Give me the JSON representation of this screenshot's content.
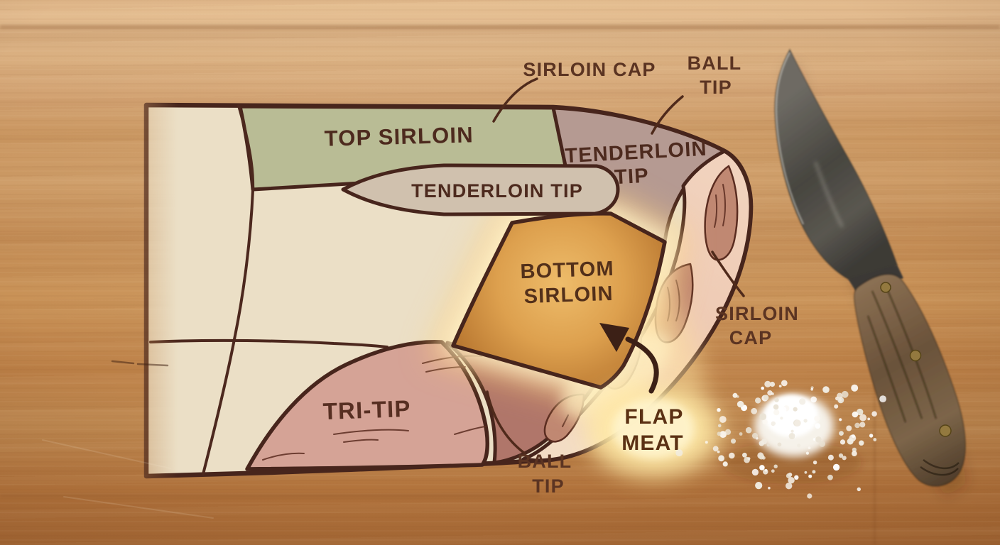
{
  "labels": {
    "top_sirloin": "TOP SIRLOIN",
    "tenderloin_tip_region_line1": "TENDERLOIN",
    "tenderloin_tip_region_line2": "TIP",
    "tenderloin_tip_oval": "TENDERLOIN TIP",
    "bottom_sirloin_line1": "BOTTOM",
    "bottom_sirloin_line2": "SIRLOIN",
    "tri_tip": "TRI-TIP",
    "sirloin_cap_top": "SIRLOIN CAP",
    "ball_tip_top_line1": "BALL",
    "ball_tip_top_line2": "TIP",
    "sirloin_cap_right_line1": "SIRLOIN",
    "sirloin_cap_right_line2": "CAP",
    "flap_meat_line1": "FLAP",
    "flap_meat_line2": "MEAT",
    "ball_tip_bottom_line1": "BALL",
    "ball_tip_bottom_line2": "TIP"
  },
  "colors": {
    "outline": "#47251c",
    "ink": "#5b3422",
    "ink-dark": "#4d2a1e",
    "ink-amber": "#53301a",
    "cream": "#ebdfc6",
    "green": "#b9bc95",
    "mauve": "#b59a92",
    "oval": "#d0c1ae",
    "amber": "#d99b44",
    "tritip": "#d5a396",
    "balltip": "#b0766a",
    "fat": "#efcdb9",
    "muscle": "#c08872",
    "glow": "#ffe9a6"
  }
}
